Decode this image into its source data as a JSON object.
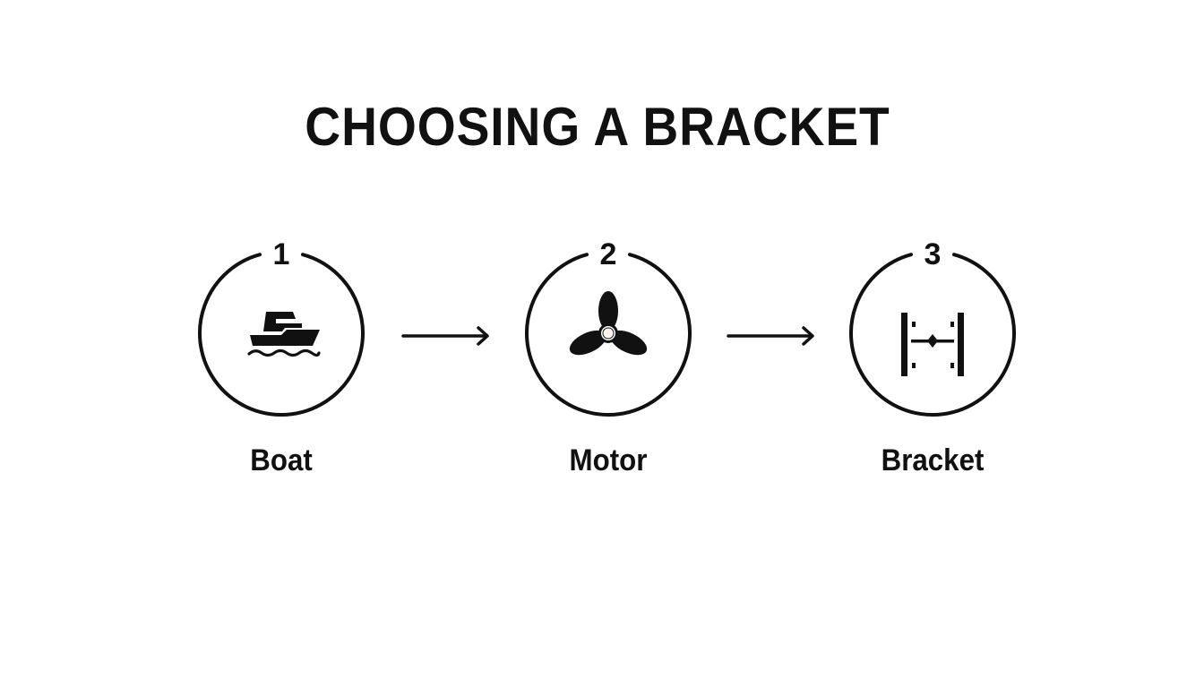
{
  "title": "CHOOSING A BRACKET",
  "colors": {
    "background": "#ffffff",
    "ink": "#111111"
  },
  "steps": [
    {
      "number": "1",
      "label": "Boat",
      "icon": "boat-icon"
    },
    {
      "number": "2",
      "label": "Motor",
      "icon": "propeller-icon"
    },
    {
      "number": "3",
      "label": "Bracket",
      "icon": "bracket-icon"
    }
  ],
  "connectors": [
    {
      "from": "1",
      "to": "2",
      "icon": "arrow-right-icon"
    },
    {
      "from": "2",
      "to": "3",
      "icon": "arrow-right-icon"
    }
  ]
}
